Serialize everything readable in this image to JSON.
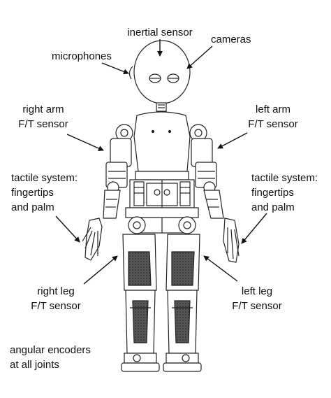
{
  "figure": {
    "labels": {
      "inertial_sensor": "inertial sensor",
      "cameras": "cameras",
      "microphones": "microphones",
      "right_arm_line1": "right arm",
      "right_arm_line2": "F/T sensor",
      "left_arm_line1": "left arm",
      "left_arm_line2": "F/T sensor",
      "tactile_right_line1": "tactile system:",
      "tactile_right_line2": "fingertips",
      "tactile_right_line3": "and palm",
      "tactile_left_line1": "tactile system:",
      "tactile_left_line2": "fingertips",
      "tactile_left_line3": "and palm",
      "right_leg_line1": "right leg",
      "right_leg_line2": "F/T sensor",
      "left_leg_line1": "left leg",
      "left_leg_line2": "F/T sensor",
      "encoders_line1": "angular encoders",
      "encoders_line2": "at all joints"
    },
    "colors": {
      "ink": "#111111",
      "line": "#222222",
      "fill": "#ffffff",
      "dark_patch": "#333333"
    }
  }
}
